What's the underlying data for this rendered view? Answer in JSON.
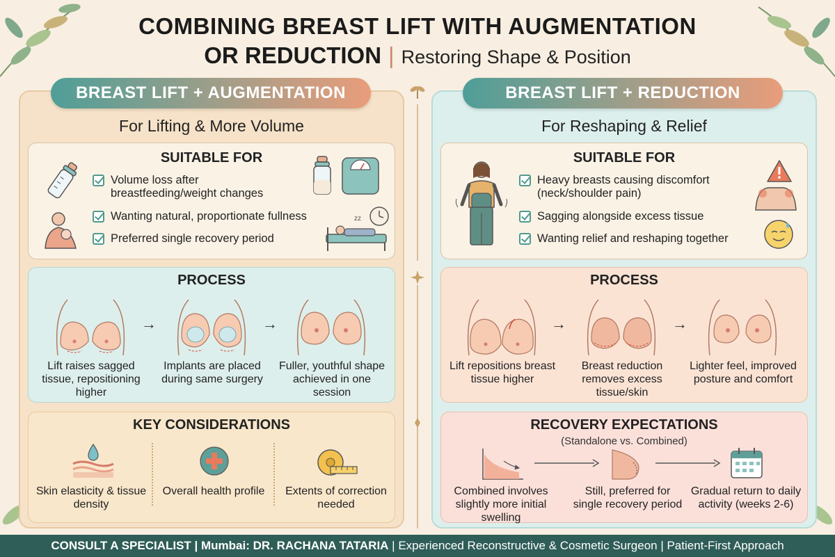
{
  "title": {
    "line1": "COMBINING BREAST LIFT WITH AUGMENTATION",
    "line2": "OR REDUCTION",
    "separator": "|",
    "subtitle": "Restoring Shape & Position"
  },
  "left": {
    "heading": "BREAST LIFT + AUGMENTATION",
    "subheading": "For Lifting & More Volume",
    "suitable": {
      "title": "SUITABLE FOR",
      "items": [
        "Volume loss after breastfeeding/weight changes",
        "Wanting natural, proportionate fullness",
        "Preferred single recovery period"
      ]
    },
    "process": {
      "title": "PROCESS",
      "steps": [
        "Lift raises sagged tissue, repositioning higher",
        "Implants are placed during same surgery",
        "Fuller, youthful shape achieved in one session"
      ]
    },
    "considerations": {
      "title": "KEY CONSIDERATIONS",
      "items": [
        "Skin elasticity & tissue density",
        "Overall health profile",
        "Extents of correction needed"
      ]
    }
  },
  "right": {
    "heading": "BREAST LIFT + REDUCTION",
    "subheading": "For Reshaping & Relief",
    "suitable": {
      "title": "SUITABLE FOR",
      "items": [
        "Heavy breasts causing discomfort (neck/shoulder pain)",
        "Sagging alongside excess tissue",
        "Wanting relief and reshaping together"
      ]
    },
    "process": {
      "title": "PROCESS",
      "steps": [
        "Lift repositions breast tissue higher",
        "Breast reduction removes excess tissue/skin",
        "Lighter feel, improved posture and comfort"
      ]
    },
    "recovery": {
      "title": "RECOVERY EXPECTATIONS",
      "subtitle": "(Standalone vs. Combined)",
      "items": [
        "Combined involves slightly more initial swelling",
        "Still, preferred for single recovery period",
        "Gradual return to daily activity (weeks 2-6)"
      ]
    }
  },
  "footer": {
    "bold": "CONSULT A SPECIALIST | Mumbai: DR. RACHANA TATARIA",
    "rest": " | Experienced Reconstructive & Cosmetic Surgeon | Patient-First Approach"
  },
  "colors": {
    "teal": "#4f9e98",
    "peach": "#e99d7b",
    "footer": "#2f5d57",
    "check": "#4f9a8c"
  }
}
